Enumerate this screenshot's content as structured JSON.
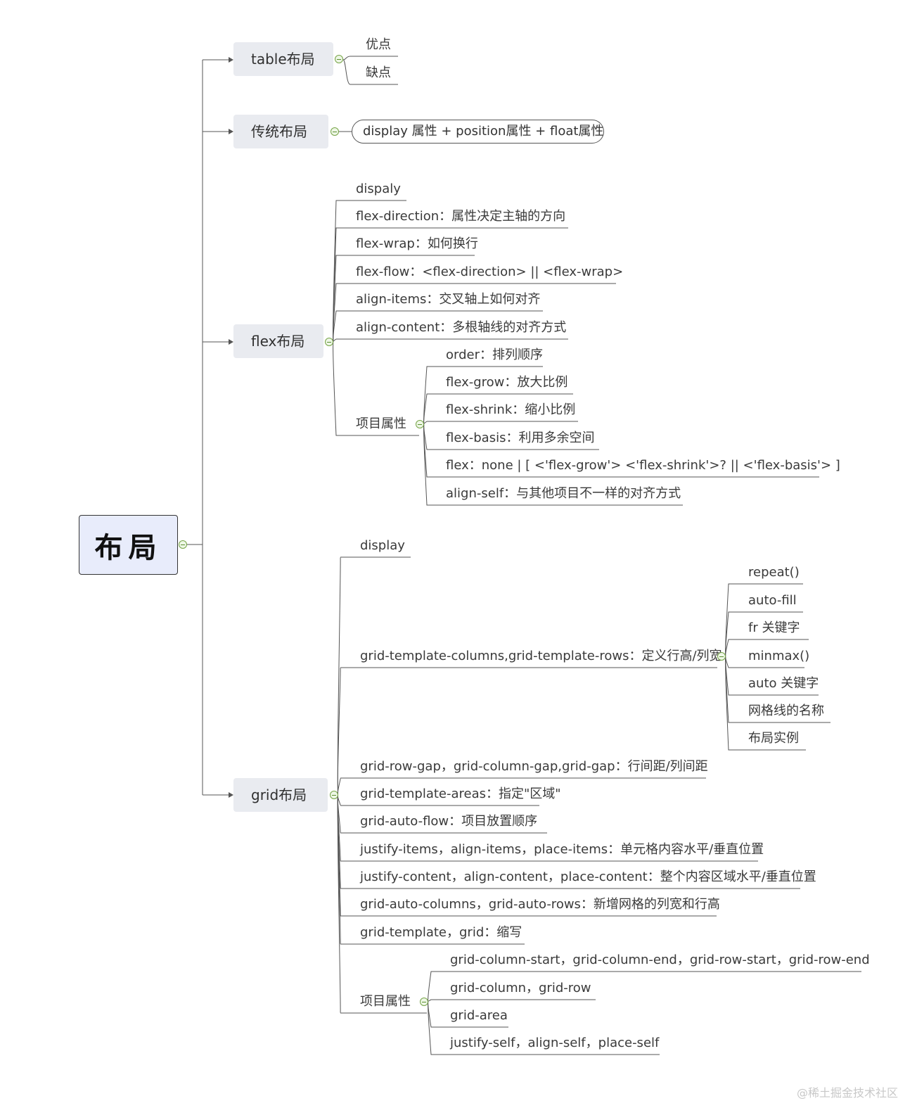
{
  "mindmap": {
    "root": {
      "label": "布局"
    },
    "table": {
      "label": "table布局",
      "children": [
        "优点",
        "缺点"
      ]
    },
    "traditional": {
      "label": "传统布局",
      "child": "display 属性 + position属性 + float属性"
    },
    "flex": {
      "label": "flex布局",
      "children": [
        "dispaly",
        "flex-direction：属性决定主轴的方向",
        "flex-wrap：如何换行",
        "flex-flow：<flex-direction> || <flex-wrap>",
        "align-items：交叉轴上如何对齐",
        "align-content：多根轴线的对齐方式"
      ],
      "item_props": {
        "label": "项目属性",
        "children": [
          "order：排列顺序",
          "flex-grow：放大比例",
          "flex-shrink：缩小比例",
          "flex-basis：利用多余空间",
          "flex：none | [ <'flex-grow'> <'flex-shrink'>? || <'flex-basis'> ]",
          "align-self：与其他项目不一样的对齐方式"
        ]
      }
    },
    "grid": {
      "label": "grid布局",
      "display": "display",
      "template": {
        "label": "grid-template-columns,grid-template-rows：定义行高/列宽",
        "children": [
          "repeat()",
          "auto-fill",
          "fr 关键字",
          "minmax()",
          "auto 关键字",
          "网格线的名称",
          "布局实例"
        ]
      },
      "children": [
        "grid-row-gap，grid-column-gap,grid-gap：行间距/列间距",
        "grid-template-areas：指定\"区域\"",
        "grid-auto-flow：项目放置顺序",
        "justify-items，align-items，place-items：单元格内容水平/垂直位置",
        "justify-content，align-content，place-content：整个内容区域水平/垂直位置",
        "grid-auto-columns，grid-auto-rows：新增网格的列宽和行高",
        "grid-template，grid：缩写"
      ],
      "item_props": {
        "label": "项目属性",
        "children": [
          "grid-column-start，grid-column-end，grid-row-start，grid-row-end",
          "grid-column，grid-row",
          "grid-area",
          "justify-self，align-self，place-self"
        ]
      }
    }
  },
  "watermark": "@稀土掘金技术社区",
  "colors": {
    "branch_bg": "#e9ebf0",
    "root_bg": "#e8ecfb",
    "collapse_green": "#76a447",
    "line": "#555555"
  }
}
